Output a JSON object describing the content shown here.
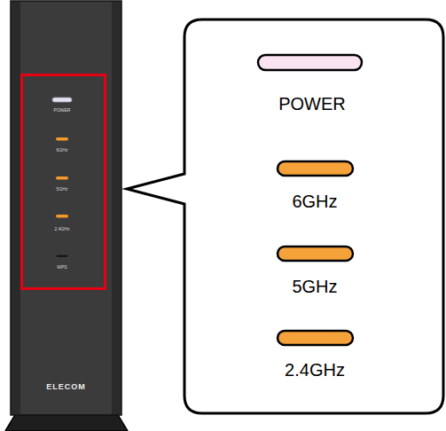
{
  "diagram": {
    "nodes": [
      {
        "text": [
          "ELECOM"
        ]
      },
      {
        "text": [
          "POWER",
          "6GHz",
          "5GHz",
          "2.4GHz",
          "WPS"
        ],
        "in": 0
      },
      {
        "text": [
          "POWER",
          "6GHz",
          "5GHz",
          "2.4GHz"
        ]
      }
    ]
  }
}
